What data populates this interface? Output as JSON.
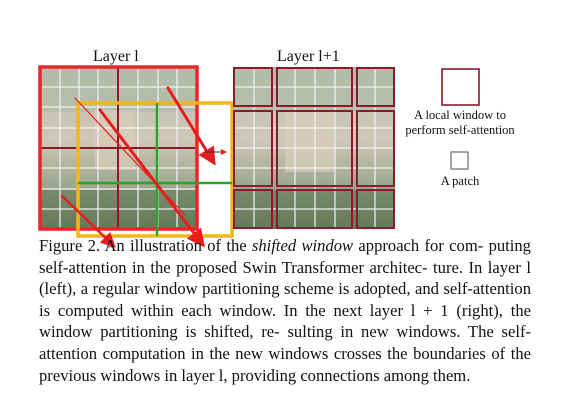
{
  "figure": {
    "layer_left_label": "Layer l",
    "layer_right_label": "Layer l+1",
    "legend_window_line1": "A local window to",
    "legend_window_line2": "perform self-attention",
    "legend_patch_label": "A patch",
    "colors": {
      "window_border": "#8b1a2a",
      "highlight_red": "#e8262a",
      "shift_yellow": "#f4b41b",
      "shift_green": "#2ea02e",
      "arrow_red": "#e81c1c"
    }
  },
  "caption": {
    "lead": "Figure 2. An illustration of the",
    "emph": "shifted window",
    "line1_rest": "approach for com-",
    "body": "puting self-attention in the proposed Swin Transformer architec- ture. In layer l (left), a regular window partitioning scheme is adopted, and self-attention is computed within each window. In the next layer l + 1 (right), the window partitioning is shifted, re- sulting in new windows. The self-attention computation in the new windows crosses the boundaries of the previous windows in layer l, providing connections among them."
  }
}
